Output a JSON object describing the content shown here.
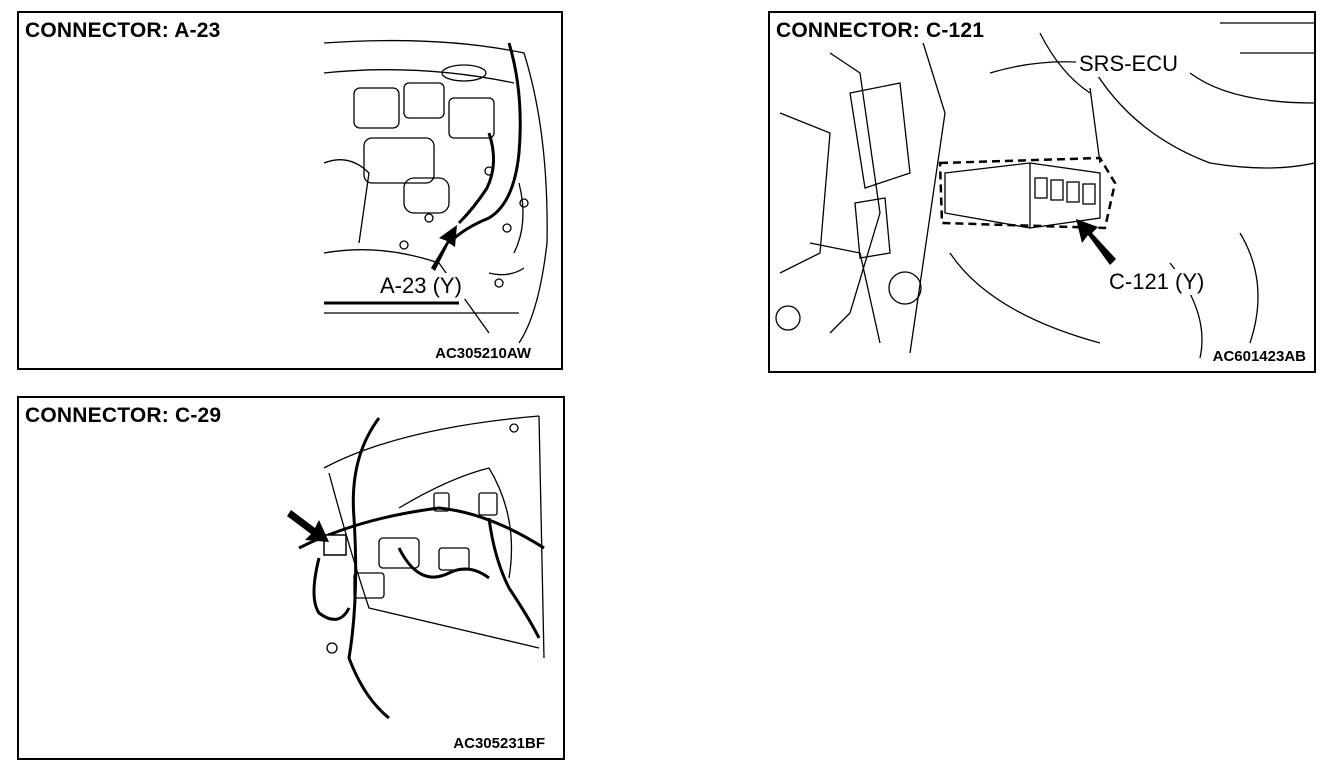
{
  "panels": {
    "a23": {
      "title": "CONNECTOR: A-23",
      "figure_code": "AC305210AW",
      "callout": "A-23 (Y)"
    },
    "c121": {
      "title": "CONNECTOR: C-121",
      "figure_code": "AC601423AB",
      "callout_ecu": "SRS-ECU",
      "callout": "C-121 (Y)"
    },
    "c29": {
      "title": "CONNECTOR: C-29",
      "figure_code": "AC305231BF"
    }
  }
}
